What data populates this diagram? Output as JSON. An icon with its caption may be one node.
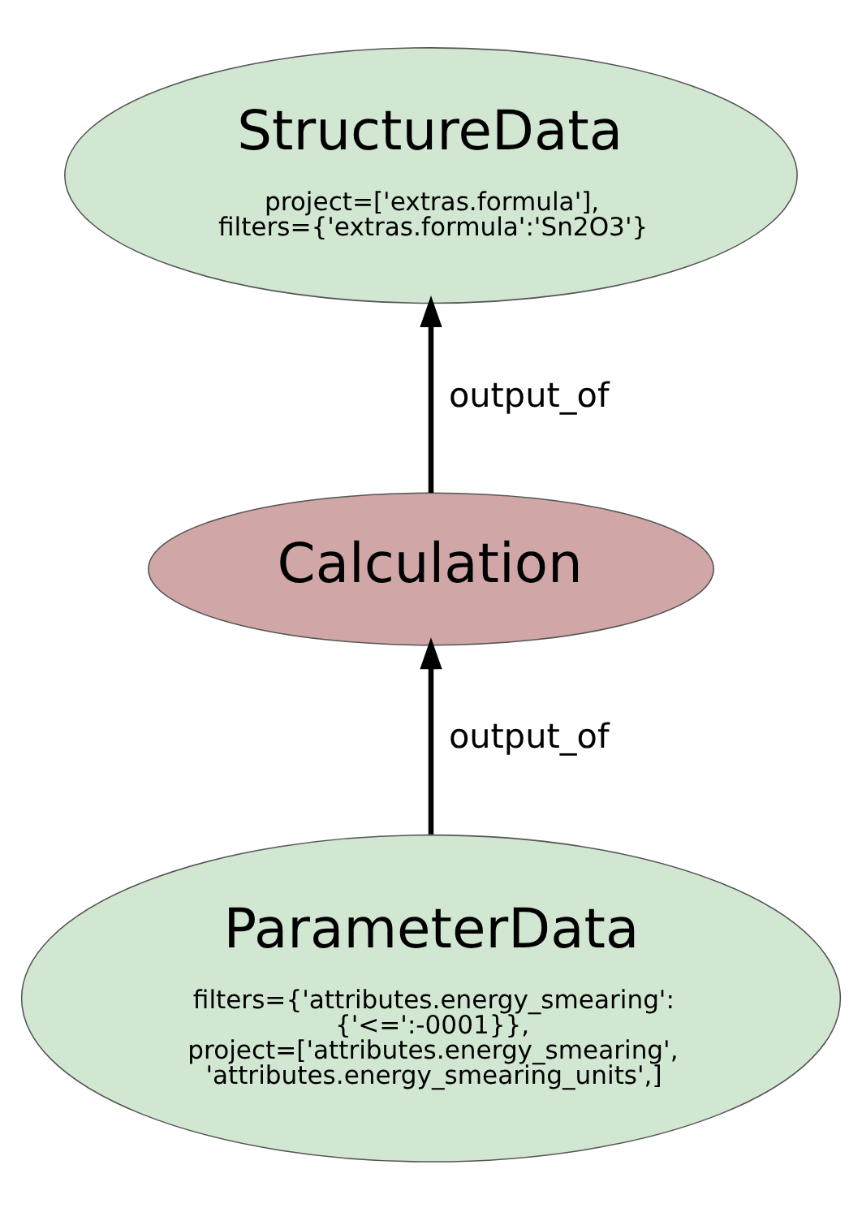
{
  "diagram": {
    "nodes": [
      {
        "text": [
          "StructureData",
          "project=['extras.formula'], filters={'extras.formula':'Sn2O3'}"
        ]
      },
      {
        "text": [
          "Calculation"
        ]
      },
      {
        "text": [
          "ParameterData",
          "filters={'attributes.energy_smearing': {'<=':-0001}}, project=['attributes.energy_smearing', 'attributes.energy_smearing_units',]"
        ]
      }
    ],
    "edges": [
      {
        "from": 1,
        "to": 0,
        "arrow": "to",
        "label": "output_of"
      },
      {
        "from": 2,
        "to": 1,
        "arrow": "to",
        "label": "output_of"
      }
    ]
  }
}
